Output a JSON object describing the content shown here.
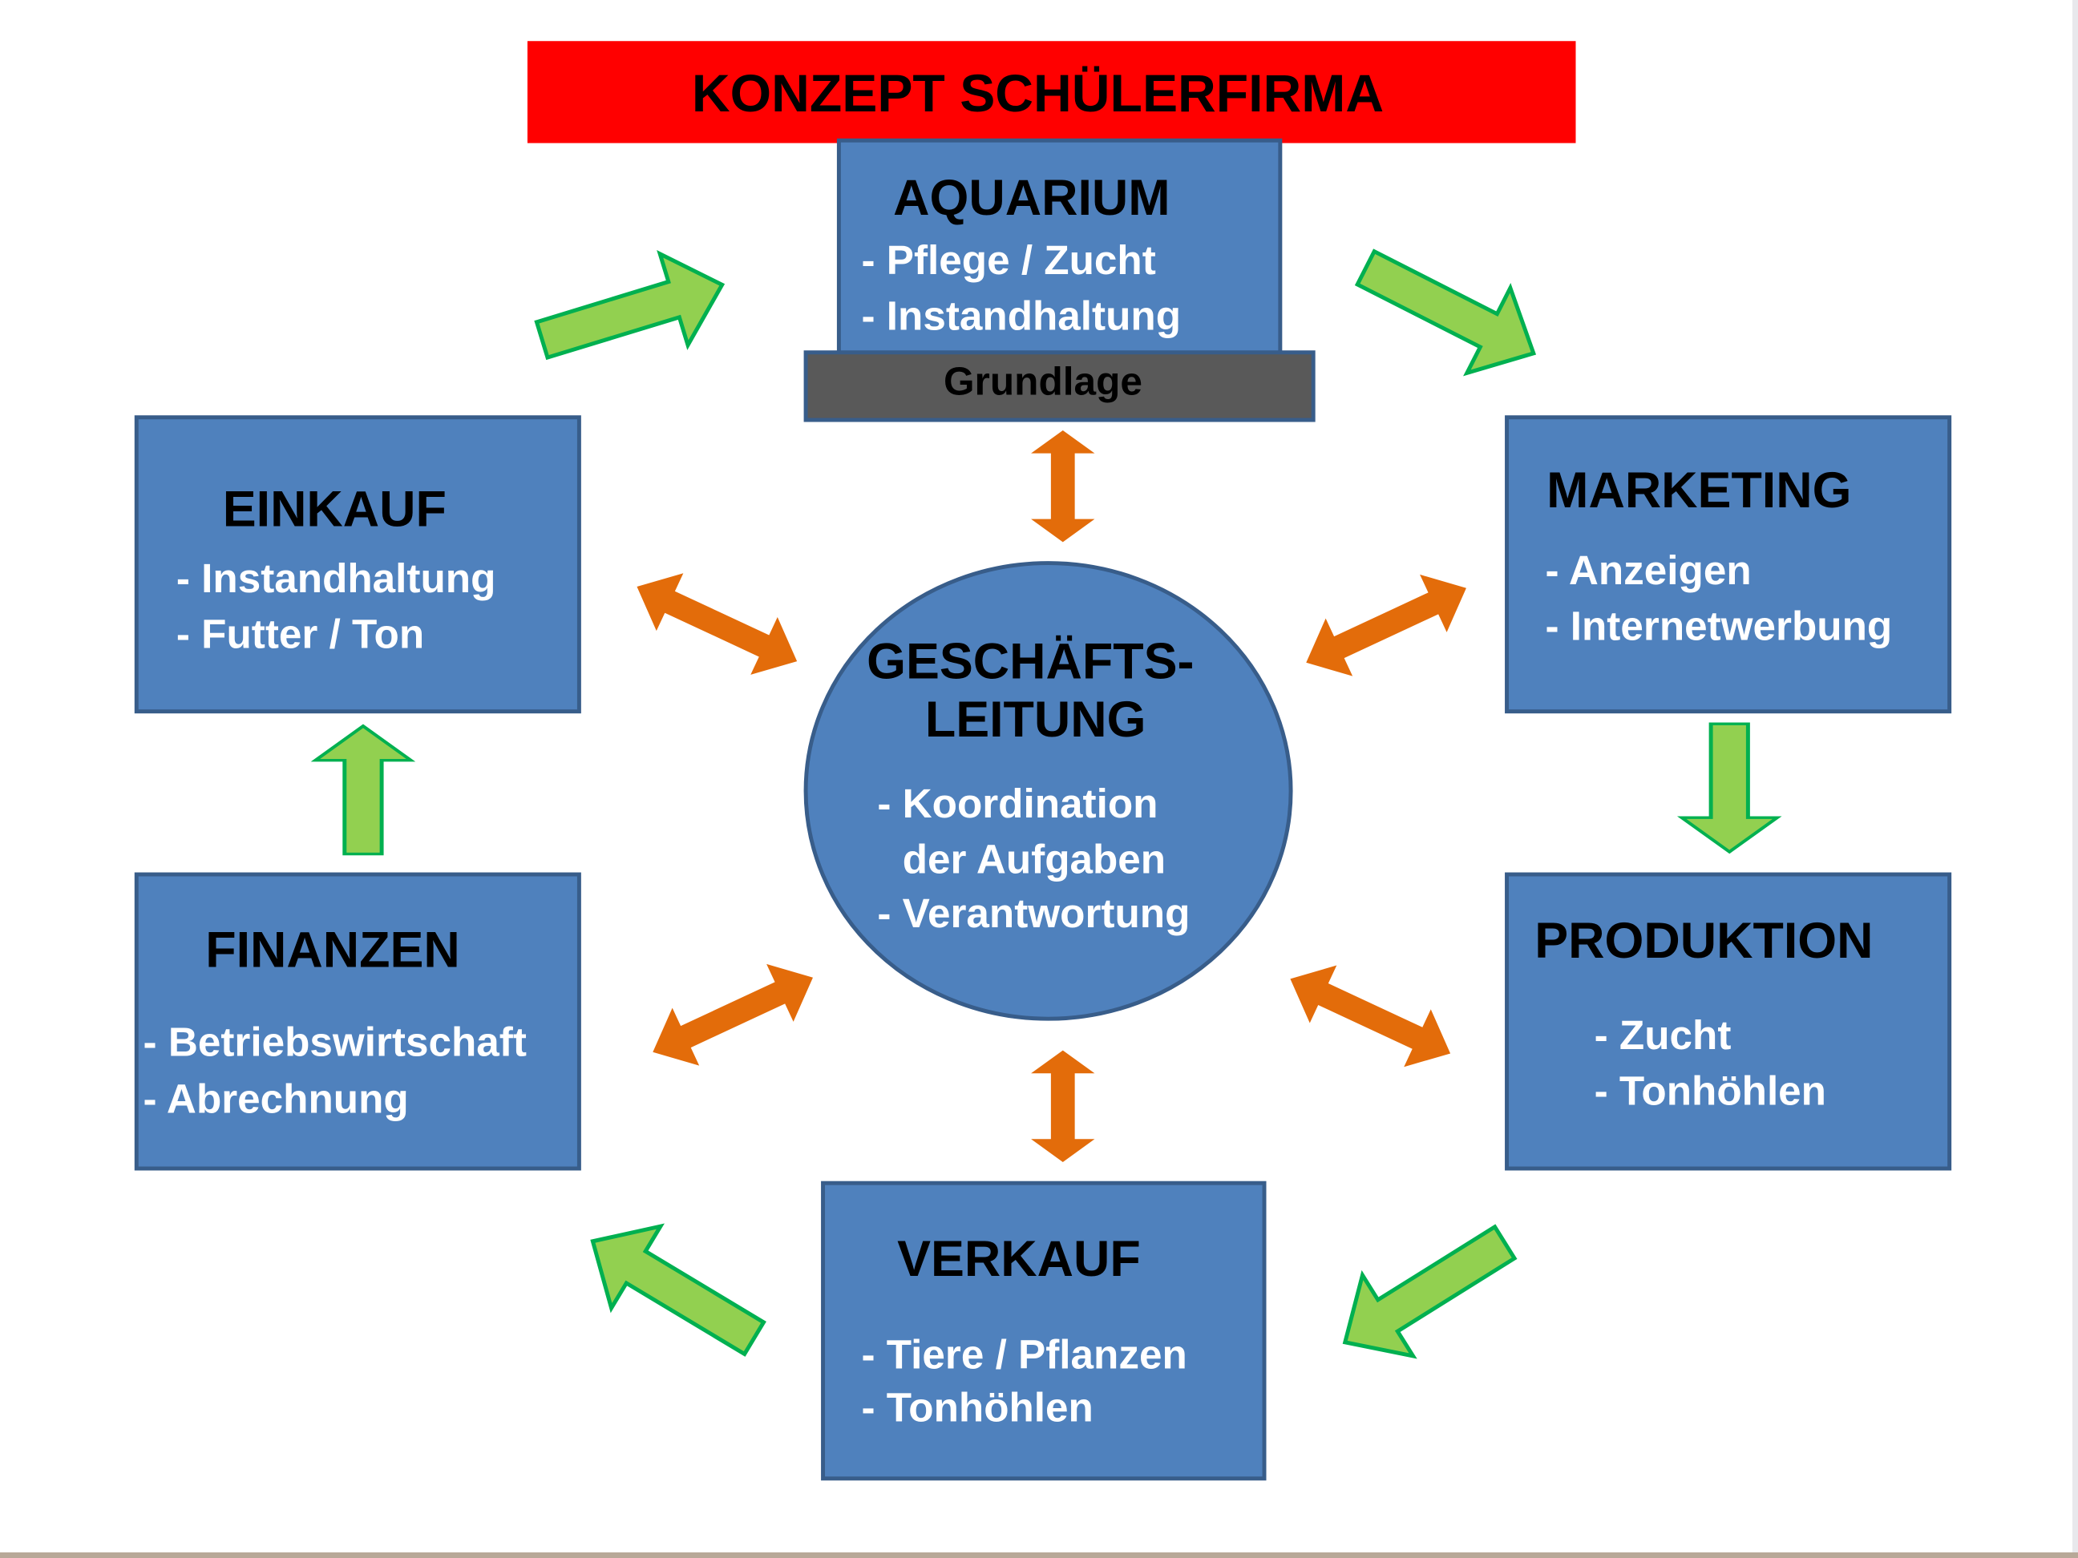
{
  "title": "KONZEPT SCHÜLERFIRMA",
  "colors": {
    "title_bar": "#ff0000",
    "box_fill": "#4f81bd",
    "box_border": "#385d8a",
    "base_bar": "#595959",
    "cycle_arrow": "#92d050",
    "link_arrow": "#e36c0a"
  },
  "aquarium": {
    "heading": "AQUARIUM",
    "items": [
      "- Pflege / Zucht",
      "- Instandhaltung"
    ],
    "base_label": "Grundlage"
  },
  "einkauf": {
    "heading": "EINKAUF",
    "items": [
      "- Instandhaltung",
      "- Futter / Ton"
    ]
  },
  "marketing": {
    "heading": "MARKETING",
    "items": [
      "- Anzeigen",
      "- Internetwerbung"
    ]
  },
  "finanzen": {
    "heading": "FINANZEN",
    "items": [
      "- Betriebswirtschaft",
      "- Abrechnung"
    ]
  },
  "produktion": {
    "heading": "PRODUKTION",
    "items": [
      "- Zucht",
      "- Tonhöhlen"
    ]
  },
  "verkauf": {
    "heading": "VERKAUF",
    "items": [
      "- Tiere / Pflanzen",
      "- Tonhöhlen"
    ]
  },
  "center": {
    "heading_lines": [
      "GESCHÄFTS-",
      "LEITUNG"
    ],
    "items": [
      "- Koordination",
      "der Aufgaben",
      "- Verantwortung"
    ]
  }
}
